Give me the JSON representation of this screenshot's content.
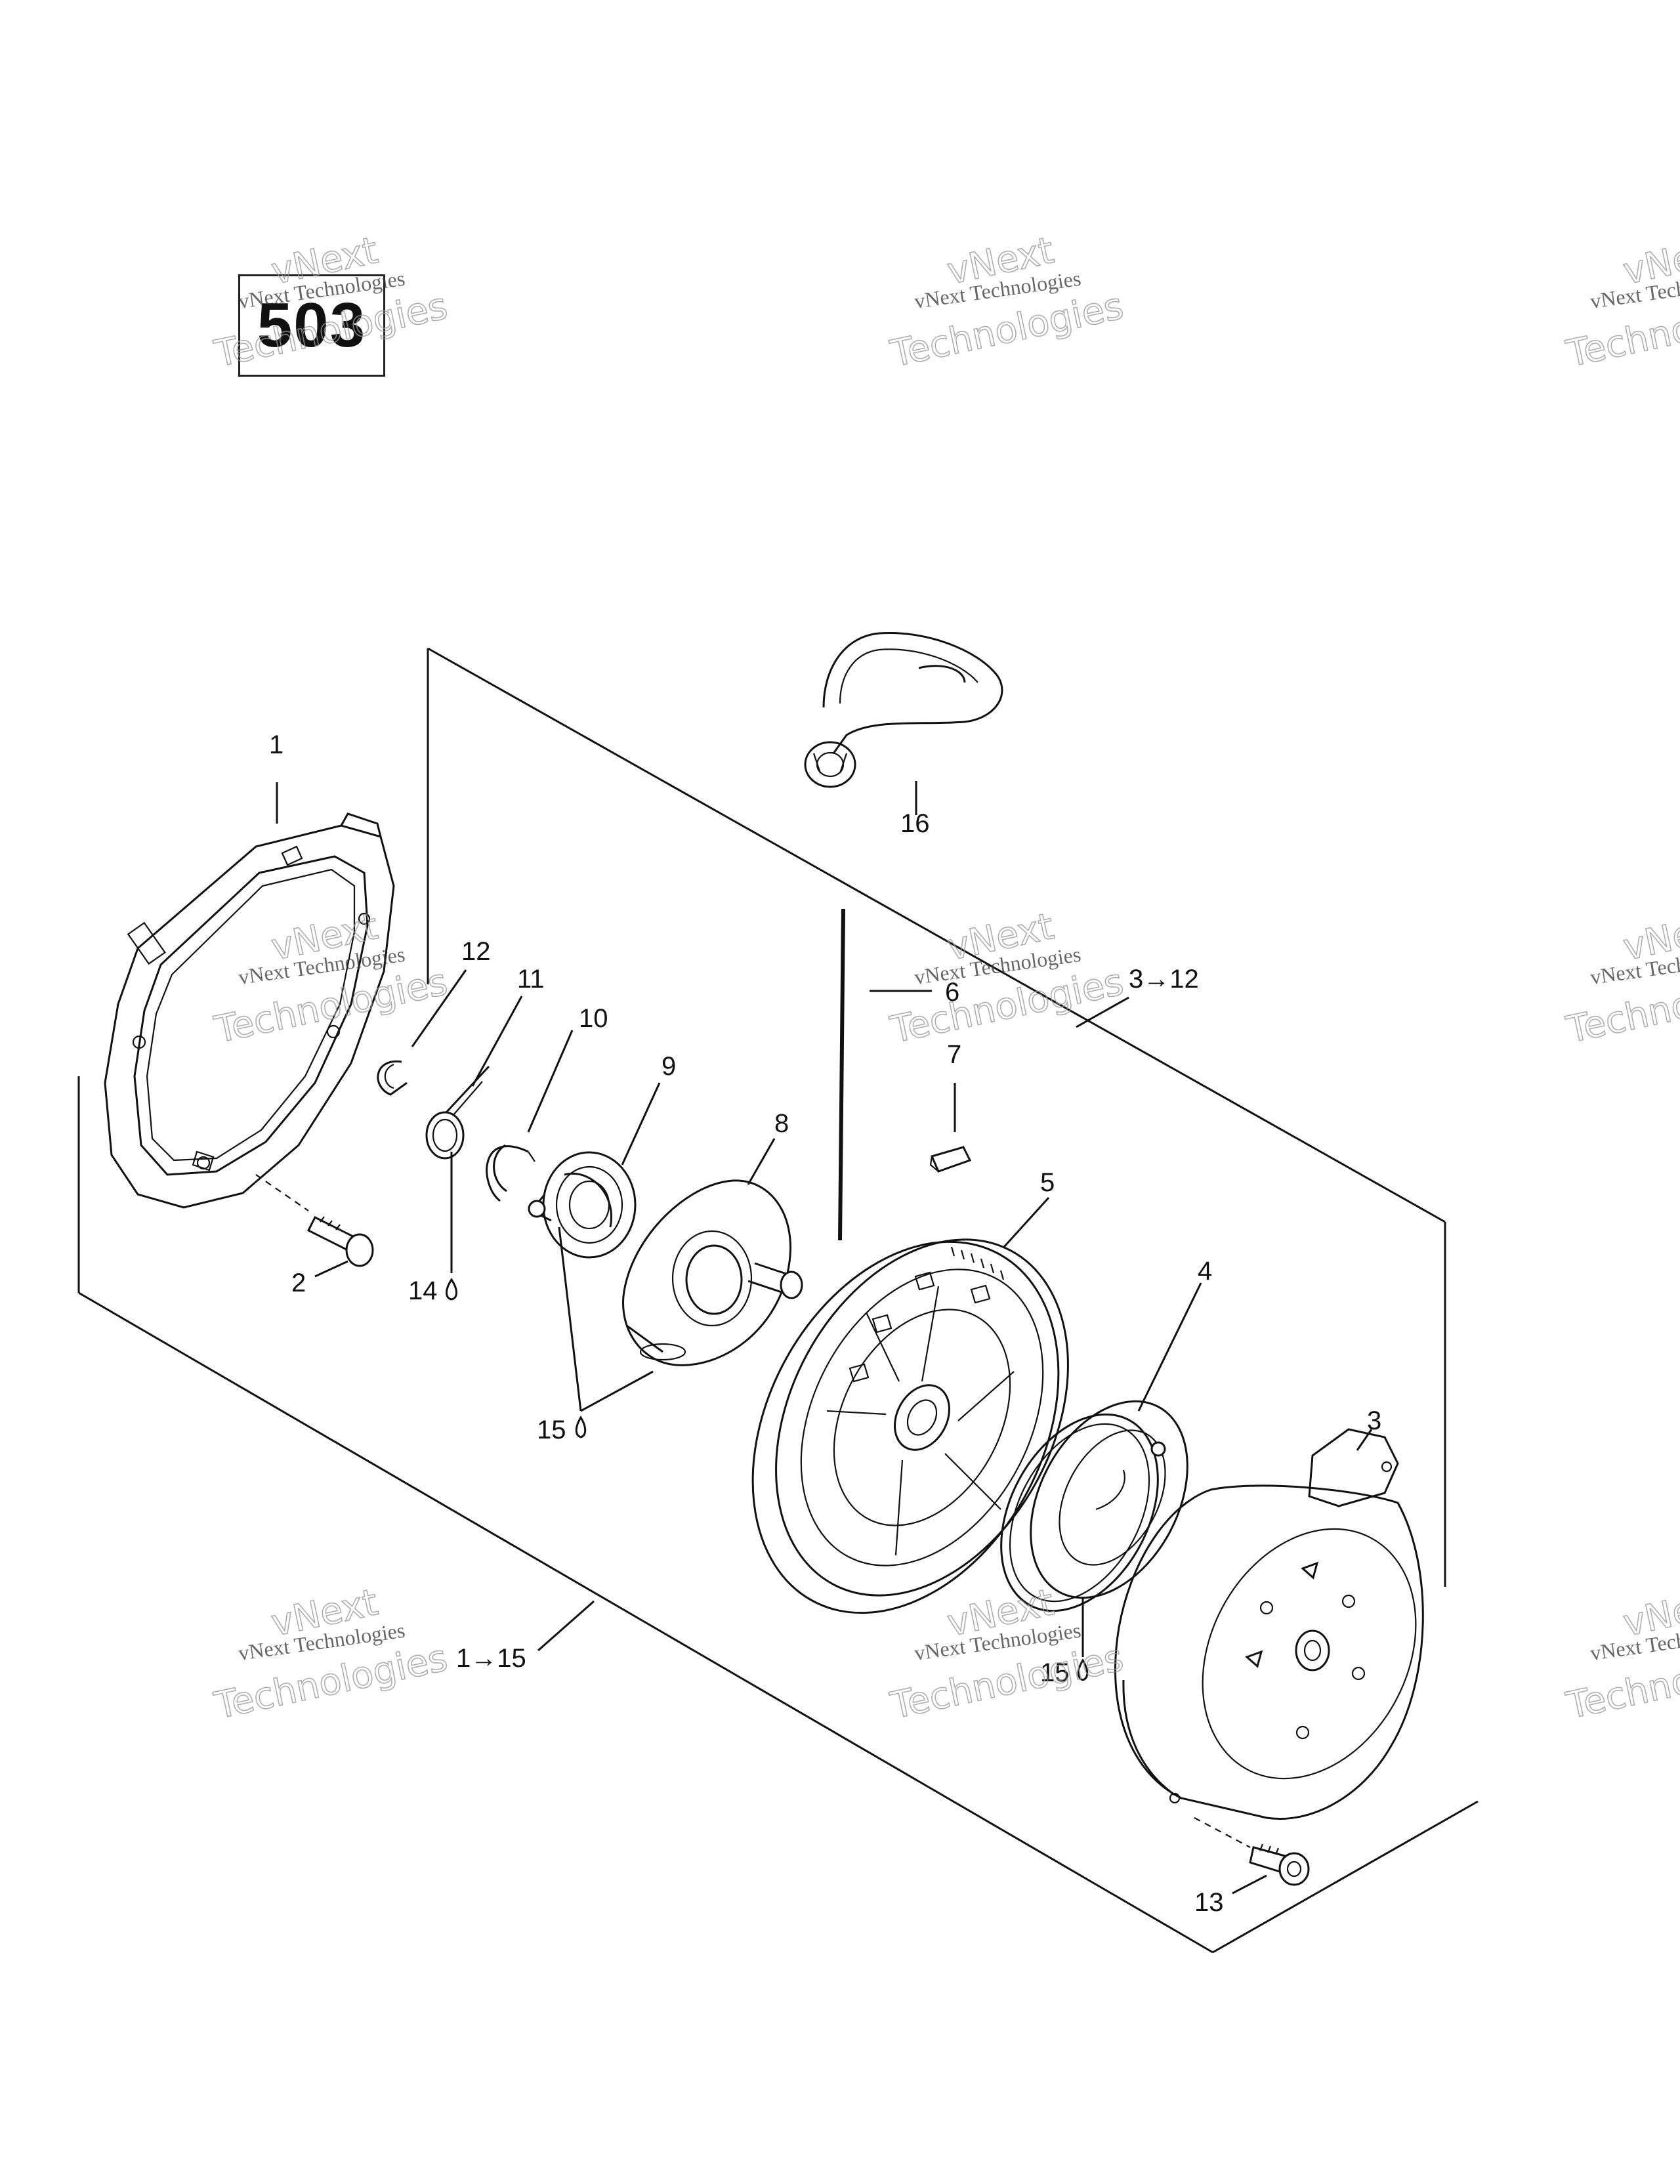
{
  "page_number": "503",
  "watermark": {
    "line1": "vNext Technologies",
    "line2a": "vNext",
    "line2b": "Technologies"
  },
  "callouts": {
    "c1": "1",
    "c2": "2",
    "c3": "3",
    "c4": "4",
    "c5": "5",
    "c6": "6",
    "c7": "7",
    "c8": "8",
    "c9": "9",
    "c10": "10",
    "c11": "11",
    "c12": "12",
    "c13": "13",
    "c14": "14",
    "c15a": "15",
    "c15b": "15",
    "c16": "16",
    "range_3_12": "3→12",
    "range_1_15": "1→15"
  }
}
